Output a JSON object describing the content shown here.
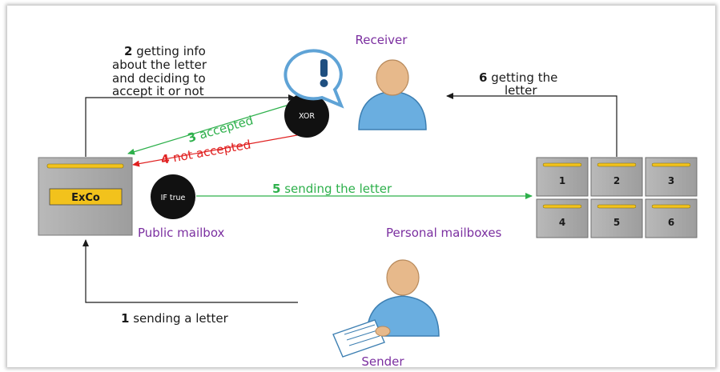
{
  "roles": {
    "receiver": "Receiver",
    "sender": "Sender"
  },
  "places": {
    "public_mailbox": "Public mailbox",
    "personal_mailboxes": "Personal mailboxes",
    "exco_label": "ExCo"
  },
  "gates": {
    "xor": "XOR",
    "if_true": "IF true"
  },
  "steps": {
    "s1_num": "1",
    "s1_text": "sending a letter",
    "s2_num": "2",
    "s2_line1": "getting info",
    "s2_line2": "about the letter",
    "s2_line3": "and deciding to",
    "s2_line4": "accept it or not",
    "s3_num": "3",
    "s3_text": "accepted",
    "s4_num": "4",
    "s4_text": "not accepted",
    "s5_num": "5",
    "s5_text": "sending the letter",
    "s6_num": "6",
    "s6_line1": "getting the",
    "s6_line2": "letter"
  },
  "mailboxes": [
    "1",
    "2",
    "3",
    "4",
    "5",
    "6"
  ],
  "colors": {
    "purple": "#7b2fa0",
    "green": "#2db04b",
    "red": "#e02020",
    "black": "#1a1a1a",
    "box_gray": "#a9a9a9",
    "slot_yellow": "#f2c21c",
    "person_blue": "#6aaee0",
    "skin": "#e7b98b"
  }
}
